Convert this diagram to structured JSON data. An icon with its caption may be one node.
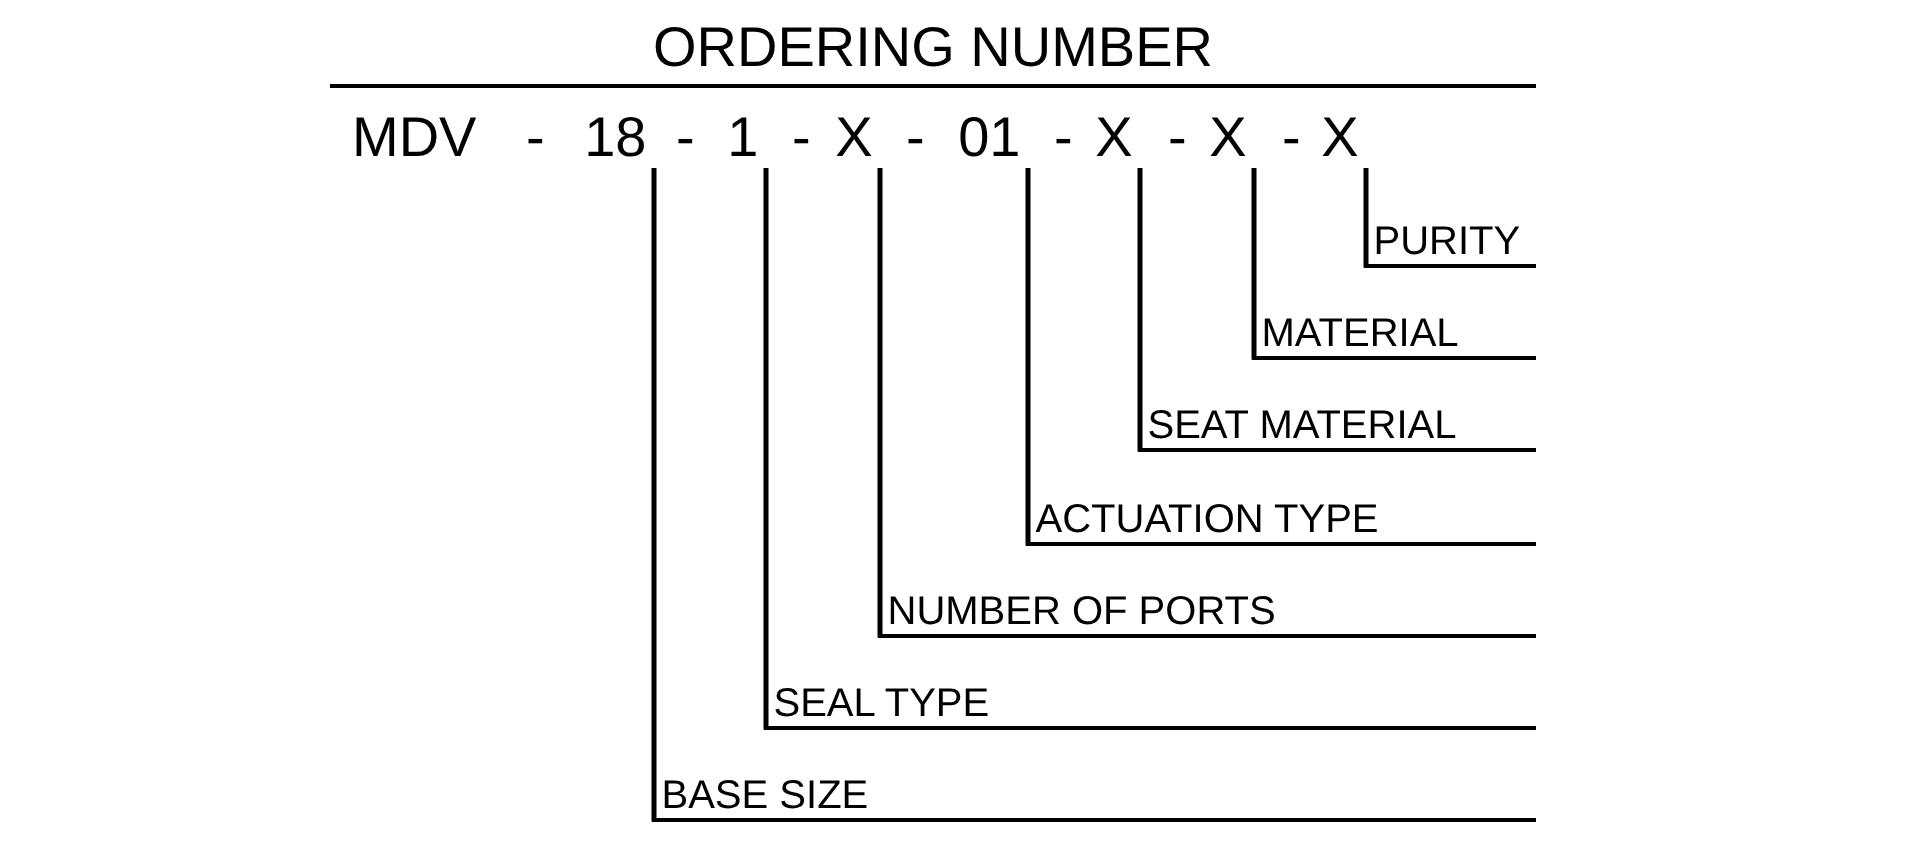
{
  "diagram": {
    "title": "ORDERING NUMBER",
    "nodes": [
      {
        "text": [
          "18"
        ]
      },
      {
        "text": [
          "1"
        ]
      },
      {
        "text": [
          "X"
        ]
      },
      {
        "text": [
          "01"
        ]
      },
      {
        "text": [
          "X"
        ]
      },
      {
        "text": [
          "X"
        ]
      },
      {
        "text": [
          "X"
        ]
      },
      {
        "text": [
          "PURITY"
        ]
      },
      {
        "text": [
          "MATERIAL"
        ]
      },
      {
        "text": [
          "SEAT MATERIAL"
        ]
      },
      {
        "text": [
          "ACTUATION TYPE"
        ]
      },
      {
        "text": [
          "NUMBER OF PORTS"
        ]
      },
      {
        "text": [
          "SEAL TYPE"
        ]
      },
      {
        "text": [
          "BASE SIZE"
        ]
      }
    ],
    "edges": [
      {
        "from": 0,
        "to": 13,
        "arrow": "none"
      },
      {
        "from": 1,
        "to": 12,
        "arrow": "none"
      },
      {
        "from": 2,
        "to": 11,
        "arrow": "none"
      },
      {
        "from": 3,
        "to": 10,
        "arrow": "none"
      },
      {
        "from": 4,
        "to": 9,
        "arrow": "none"
      },
      {
        "from": 5,
        "to": 8,
        "arrow": "none"
      },
      {
        "from": 6,
        "to": 7,
        "arrow": "none"
      }
    ],
    "labels": [
      "MDV",
      "-",
      "-",
      "-",
      "-",
      "-",
      "-",
      "-"
    ]
  }
}
